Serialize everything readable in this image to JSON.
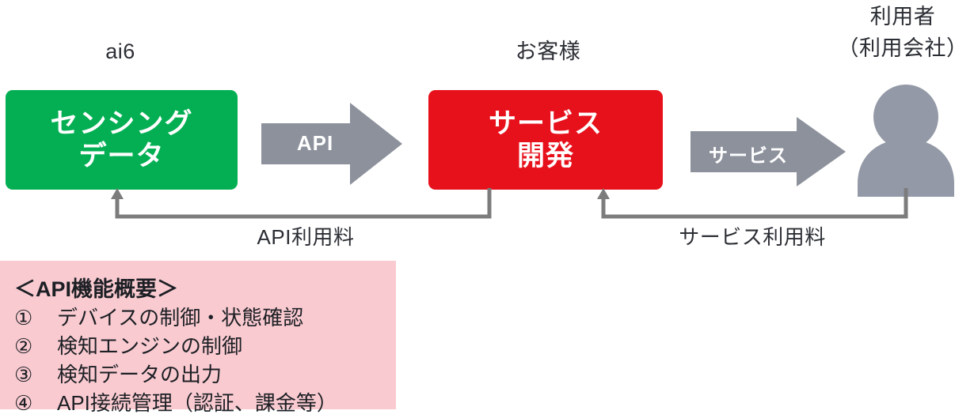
{
  "diagram": {
    "headers": [
      {
        "id": "provider",
        "text": "ai6"
      },
      {
        "id": "customer",
        "text": "お客様"
      },
      {
        "id": "user_line1",
        "text": "利用者"
      },
      {
        "id": "user_line2",
        "text": "（利用会社）"
      }
    ],
    "nodes": [
      {
        "id": "sensing-data",
        "line1": "センシング",
        "line2": "データ",
        "color": "#04af53"
      },
      {
        "id": "service-dev",
        "line1": "サービス",
        "line2": "開発",
        "color": "#e7111c"
      }
    ],
    "flow_arrows": [
      {
        "id": "api-arrow",
        "label": "API",
        "color": "#8c919c"
      },
      {
        "id": "service-arrow",
        "label": "サービス",
        "color": "#8c919c"
      }
    ],
    "fee_flows": [
      {
        "id": "api-fee",
        "label": "API利用料",
        "color": "#7c7c7c"
      },
      {
        "id": "service-fee",
        "label": "サービス利用料",
        "color": "#7c7c7c"
      }
    ],
    "person_icon": {
      "id": "user-person-icon",
      "color": "#9399a6"
    },
    "panel": {
      "background": "#f9cbd1",
      "title": "＜API機能概要＞",
      "items": [
        {
          "num": "①",
          "text": "デバイスの制御・状態確認"
        },
        {
          "num": "②",
          "text": "検知エンジンの制御"
        },
        {
          "num": "③",
          "text": "検知データの出力"
        },
        {
          "num": "④",
          "text": "API接続管理（認証、課金等）"
        }
      ]
    }
  }
}
